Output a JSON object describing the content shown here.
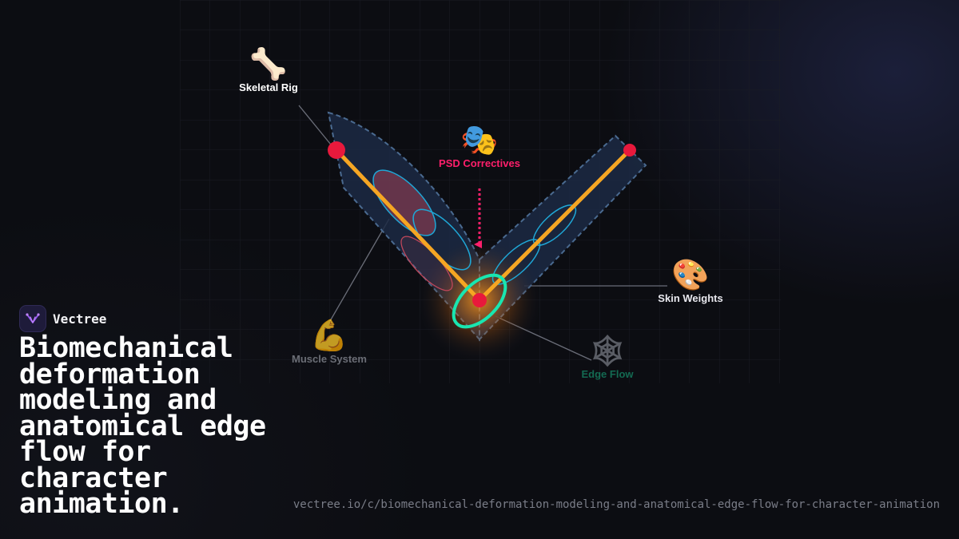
{
  "brand": {
    "name": "Vectree"
  },
  "headline": "Biomechanical deformation modeling and anatomical edge flow for character animation.",
  "url": "vectree.io/c/biomechanical-deformation-modeling-and-anatomical-edge-flow-for-character-animation",
  "nodes": {
    "skeletal_rig": {
      "label": "Skeletal Rig",
      "icon": "bone-icon",
      "glyph": "🦴",
      "color": "#ffffff"
    },
    "psd_correctives": {
      "label": "PSD Correctives",
      "icon": "theater-masks-icon",
      "glyph": "🎭",
      "color": "#ff1f6b"
    },
    "skin_weights": {
      "label": "Skin Weights",
      "icon": "palette-icon",
      "glyph": "🎨",
      "color": "#e8e8ee"
    },
    "muscle_system": {
      "label": "Muscle System",
      "icon": "flexed-biceps-icon",
      "glyph": "💪",
      "color": "#8a8d96"
    },
    "edge_flow": {
      "label": "Edge Flow",
      "icon": "spider-web-icon",
      "glyph": "🕸",
      "color": "#0f6b52"
    }
  },
  "colors": {
    "bone": "#f5a623",
    "joint": "#e8193c",
    "muscle_outline": "#1fa7d6",
    "muscle_fill": "#c1475a",
    "mesh_fill": "#1c2a44",
    "mesh_stroke": "#4a6a90",
    "edge_ring": "#19e6b0",
    "psd_arrow": "#ff1f6b"
  }
}
